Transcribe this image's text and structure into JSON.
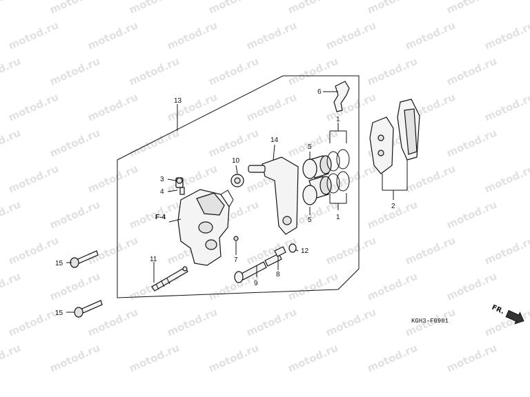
{
  "watermark": "motod.ru",
  "diagram_code": "KGH3-F0901",
  "direction_label": "FR.",
  "ref_label": "F-4",
  "callouts": {
    "c1a": "1",
    "c1b": "1",
    "c2": "2",
    "c3": "3",
    "c4": "4",
    "c5a": "5",
    "c5b": "5",
    "c6": "6",
    "c7": "7",
    "c8": "8",
    "c9": "9",
    "c10": "10",
    "c11": "11",
    "c12": "12",
    "c13": "13",
    "c14": "14",
    "c15a": "15",
    "c15b": "15"
  }
}
